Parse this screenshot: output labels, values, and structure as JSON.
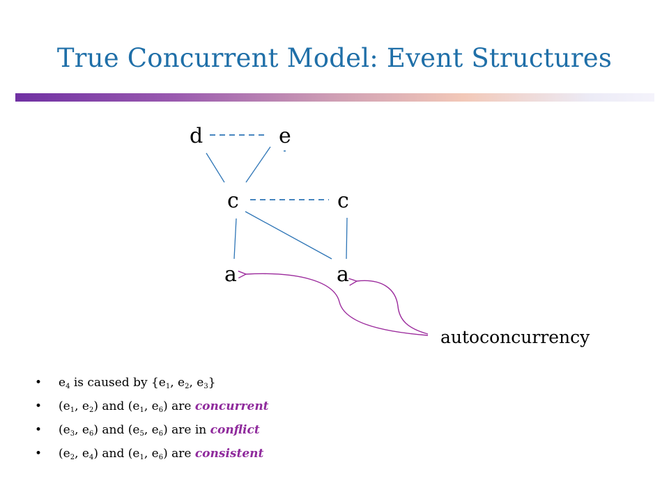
{
  "title": "True Concurrent Model: Event Structures",
  "diagram": {
    "nodes": {
      "d": "d",
      "e": "e",
      "c_left": "c",
      "c_right": "c",
      "a_left": "a",
      "a_right": "a"
    },
    "annotation": "autoconcurrency",
    "colors": {
      "line": "#2e75b6",
      "arrow": "#9b2a9c"
    }
  },
  "bullets": [
    {
      "p1": "e",
      "s1": "4",
      "p2": " is caused by {e",
      "s2": "1",
      "p3": ", e",
      "s3": "2",
      "p4": ", e",
      "s4": "3",
      "p5": "}"
    },
    {
      "p1": "(e",
      "s1": "1",
      "p2": ", e",
      "s2": "2",
      "p3": ") and (e",
      "s3": "1",
      "p4": ", e",
      "s4": "6",
      "p5": ") are ",
      "kw": "concurrent"
    },
    {
      "p1": "(e",
      "s1": "3",
      "p2": ", e",
      "s2": "6",
      "p3": ") and (e",
      "s3": "5",
      "p4": ", e",
      "s4": "6",
      "p5": ") are in ",
      "kw": "conflict"
    },
    {
      "p1": "(e",
      "s1": "2",
      "p2": ", e",
      "s2": "4",
      "p3": ") and (e",
      "s3": "1",
      "p4": ", e",
      "s4": "6",
      "p5": ") are ",
      "kw": "consistent"
    }
  ]
}
